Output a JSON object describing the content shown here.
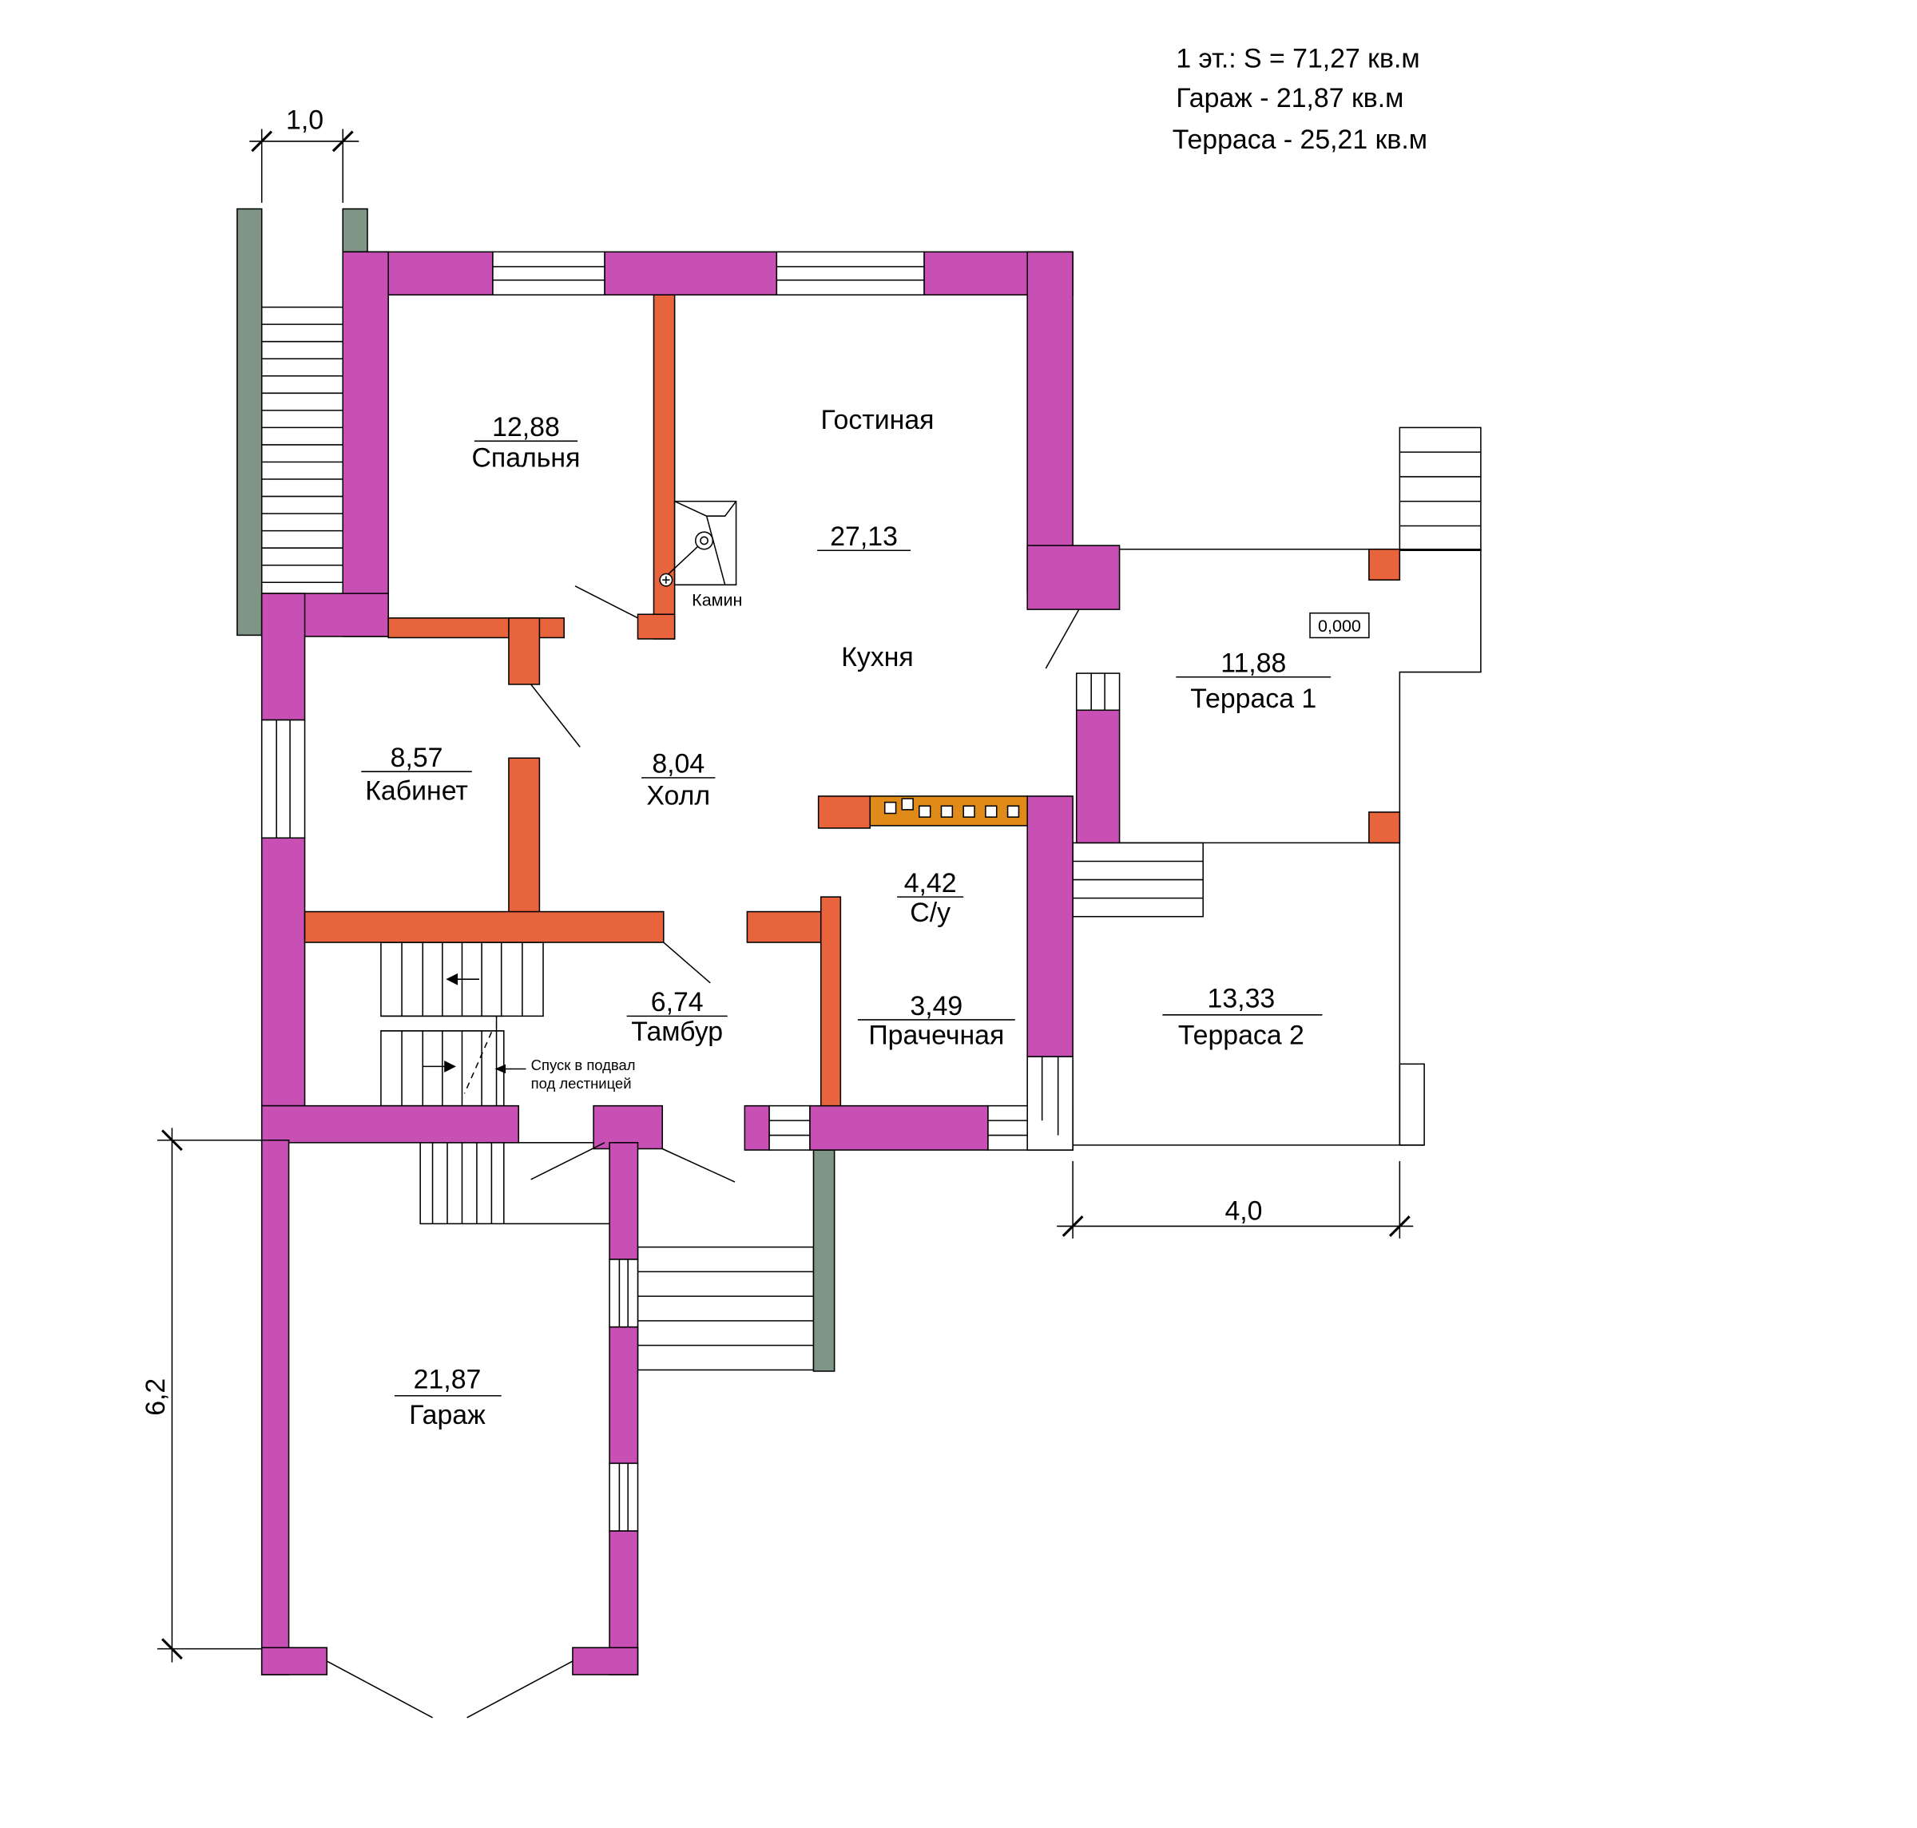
{
  "summary": {
    "floor": "1 эт.: S = 71,27 кв.м",
    "garage": "Гараж - 21,87 кв.м",
    "terrace": "Терраса - 25,21 кв.м"
  },
  "colors": {
    "outer_wall": "#c850b4",
    "inner_wall": "#e8643c",
    "stone": "#7f9585",
    "furnace": "#e08a1a",
    "line": "#000000"
  },
  "rooms": {
    "bedroom": {
      "area": "12,88",
      "name": "Спальня"
    },
    "living": {
      "name": "Гостиная",
      "area": "27,13",
      "sub": "Кухня"
    },
    "fireplace": "Камин",
    "study": {
      "area": "8,57",
      "name": "Кабинет"
    },
    "hall": {
      "area": "8,04",
      "name": "Холл"
    },
    "wc": {
      "area": "4,42",
      "name": "С/у"
    },
    "vestibule": {
      "area": "6,74",
      "name": "Тамбур"
    },
    "laundry": {
      "area": "3,49",
      "name": "Прачечная"
    },
    "terrace1": {
      "area": "11,88",
      "name": "Терраса 1"
    },
    "terrace2": {
      "area": "13,33",
      "name": "Терраса 2"
    },
    "garage": {
      "area": "21,87",
      "name": "Гараж"
    }
  },
  "notes": {
    "basement_1": "Спуск в подвал",
    "basement_2": "под лестницей",
    "level": "0,000"
  },
  "dimensions": {
    "porch_width": "1,0",
    "terrace_width": "4,0",
    "garage_length": "6,2"
  }
}
